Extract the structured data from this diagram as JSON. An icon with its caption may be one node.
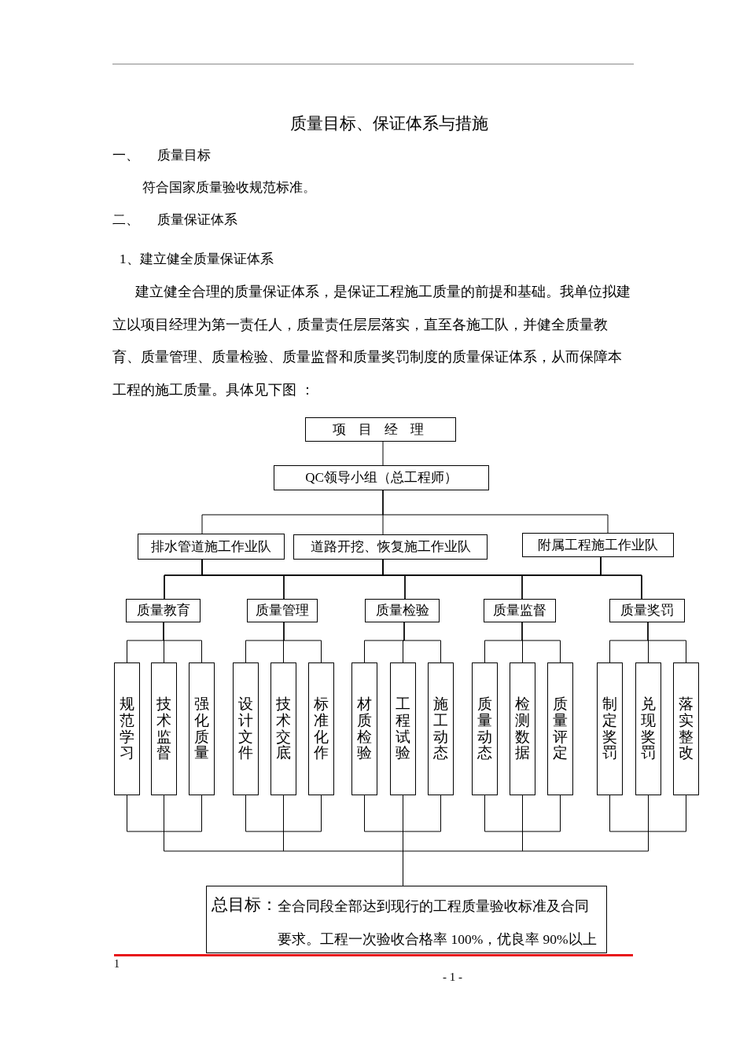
{
  "diagram": {
    "title": "质量目标、保证体系与措施",
    "nodes": [
      {
        "text": [
          "项 目 经 理"
        ]
      },
      {
        "text": [
          "QC领导小组（总工程师）"
        ]
      },
      {
        "text": [
          "排水管道施工作业队"
        ]
      },
      {
        "text": [
          "道路开挖、恢复施工作业队"
        ]
      },
      {
        "text": [
          "附属工程施工作业队"
        ]
      },
      {
        "text": [
          "质量教育"
        ]
      },
      {
        "text": [
          "质量管理"
        ]
      },
      {
        "text": [
          "质量检验"
        ]
      },
      {
        "text": [
          "质量监督"
        ]
      },
      {
        "text": [
          "质量奖罚"
        ]
      },
      {
        "text": [
          "规范学习"
        ]
      },
      {
        "text": [
          "技术监督"
        ]
      },
      {
        "text": [
          "强化质量"
        ]
      },
      {
        "text": [
          "设计文件"
        ]
      },
      {
        "text": [
          "技术交底"
        ]
      },
      {
        "text": [
          "标准化作"
        ]
      },
      {
        "text": [
          "材质检验"
        ]
      },
      {
        "text": [
          "工程试验"
        ]
      },
      {
        "text": [
          "施工动态"
        ]
      },
      {
        "text": [
          "质量动态"
        ]
      },
      {
        "text": [
          "检测数据"
        ]
      },
      {
        "text": [
          "质量评定"
        ]
      },
      {
        "text": [
          "制定奖罚"
        ]
      },
      {
        "text": [
          "兑现奖罚"
        ]
      },
      {
        "text": [
          "落实整改"
        ]
      },
      {
        "text": [
          "总目标：",
          "全合同段全部达到现行的工程质量验收标准及合同要求。工程一次验收合格率 100%，优良率 90%以上"
        ]
      }
    ],
    "edges": [
      {
        "from": 0,
        "to": 1,
        "arrow": "none"
      },
      {
        "from": 1,
        "to": 2,
        "arrow": "none"
      },
      {
        "from": 1,
        "to": 3,
        "arrow": "none"
      },
      {
        "from": 1,
        "to": 4,
        "arrow": "none"
      },
      {
        "from": 2,
        "to": 5,
        "arrow": "none"
      },
      {
        "from": 2,
        "to": 6,
        "arrow": "none"
      },
      {
        "from": 2,
        "to": 7,
        "arrow": "none"
      },
      {
        "from": 2,
        "to": 8,
        "arrow": "none"
      },
      {
        "from": 2,
        "to": 9,
        "arrow": "none"
      },
      {
        "from": 3,
        "to": 5,
        "arrow": "none"
      },
      {
        "from": 3,
        "to": 6,
        "arrow": "none"
      },
      {
        "from": 3,
        "to": 7,
        "arrow": "none"
      },
      {
        "from": 3,
        "to": 8,
        "arrow": "none"
      },
      {
        "from": 3,
        "to": 9,
        "arrow": "none"
      },
      {
        "from": 4,
        "to": 5,
        "arrow": "none"
      },
      {
        "from": 4,
        "to": 6,
        "arrow": "none"
      },
      {
        "from": 4,
        "to": 7,
        "arrow": "none"
      },
      {
        "from": 4,
        "to": 8,
        "arrow": "none"
      },
      {
        "from": 4,
        "to": 9,
        "arrow": "none"
      },
      {
        "from": 5,
        "to": 10,
        "arrow": "none"
      },
      {
        "from": 5,
        "to": 11,
        "arrow": "none"
      },
      {
        "from": 5,
        "to": 12,
        "arrow": "none"
      },
      {
        "from": 6,
        "to": 13,
        "arrow": "none"
      },
      {
        "from": 6,
        "to": 14,
        "arrow": "none"
      },
      {
        "from": 6,
        "to": 15,
        "arrow": "none"
      },
      {
        "from": 7,
        "to": 16,
        "arrow": "none"
      },
      {
        "from": 7,
        "to": 17,
        "arrow": "none"
      },
      {
        "from": 7,
        "to": 18,
        "arrow": "none"
      },
      {
        "from": 8,
        "to": 19,
        "arrow": "none"
      },
      {
        "from": 8,
        "to": 20,
        "arrow": "none"
      },
      {
        "from": 8,
        "to": 21,
        "arrow": "none"
      },
      {
        "from": 9,
        "to": 22,
        "arrow": "none"
      },
      {
        "from": 9,
        "to": 23,
        "arrow": "none"
      },
      {
        "from": 9,
        "to": 24,
        "arrow": "none"
      },
      {
        "from": 10,
        "to": 25,
        "arrow": "none"
      },
      {
        "from": 11,
        "to": 25,
        "arrow": "none"
      },
      {
        "from": 12,
        "to": 25,
        "arrow": "none"
      },
      {
        "from": 13,
        "to": 25,
        "arrow": "none"
      },
      {
        "from": 14,
        "to": 25,
        "arrow": "none"
      },
      {
        "from": 15,
        "to": 25,
        "arrow": "none"
      },
      {
        "from": 16,
        "to": 25,
        "arrow": "none"
      },
      {
        "from": 17,
        "to": 25,
        "arrow": "none"
      },
      {
        "from": 18,
        "to": 25,
        "arrow": "none"
      },
      {
        "from": 19,
        "to": 25,
        "arrow": "none"
      },
      {
        "from": 20,
        "to": 25,
        "arrow": "none"
      },
      {
        "from": 21,
        "to": 25,
        "arrow": "none"
      },
      {
        "from": 22,
        "to": 25,
        "arrow": "none"
      },
      {
        "from": 23,
        "to": 25,
        "arrow": "none"
      },
      {
        "from": 24,
        "to": 25,
        "arrow": "none"
      }
    ],
    "labels": [
      "一、",
      "质量目标",
      "符合国家质量验收规范标准。",
      "二、",
      "质量保证体系",
      "1、建立健全质量保证体系",
      "建立健全合理的质量保证体系，是保证工程施工质量的前提和基础。我单位拟建立以项目经理为第一责任人，质量责任层层落实，直至各施工队，并健全质量教育、质量管理、质量检验、质量监督和质量奖罚制度的质量保证体系，从而保障本工程的施工质量。具体见下图 ：",
      "1",
      "- 1 -"
    ]
  }
}
